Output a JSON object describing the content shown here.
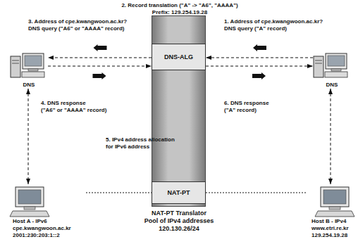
{
  "diagram": {
    "nodes": [
      {
        "text": [
          "NAT-PT Translator",
          "Pool of IPv4 addresses",
          "120.130.26/24"
        ]
      },
      {
        "text": [
          "DNS-ALG"
        ],
        "in": 0
      },
      {
        "text": [
          "NAT-PT"
        ],
        "in": 0
      },
      {
        "text": [
          "DNS"
        ]
      },
      {
        "text": [
          "DNS"
        ]
      },
      {
        "text": [
          "Host A - IPv6",
          "cpe.kwangwoon.ac.kr",
          "2001:230:203:1::2"
        ]
      },
      {
        "text": [
          "Host B - IPv4",
          "www.etri.re.kr",
          "129.254.19.28"
        ]
      }
    ],
    "edges": [
      {
        "from": 4,
        "to": 1,
        "arrow": "to"
      },
      {
        "from": 1,
        "to": 3,
        "arrow": "to"
      },
      {
        "from": 3,
        "to": 1,
        "arrow": "to"
      },
      {
        "from": 1,
        "to": 4,
        "arrow": "to"
      },
      {
        "from": 3,
        "to": 5,
        "arrow": "both"
      },
      {
        "from": 4,
        "to": 6,
        "arrow": "both"
      },
      {
        "from": 5,
        "to": 2,
        "arrow": "none"
      },
      {
        "from": 2,
        "to": 6,
        "arrow": "none"
      }
    ],
    "labels": [
      "2. Record translation (\"A\" -> \"A6\", \"AAAA\")",
      "Prefix: 129.254.19.28",
      "3. Address of cpe.kwangwoon.ac.kr?",
      "DNS query (\"A6\" or \"AAAA\" record)",
      "1. Address of cpe.kwangwoon.ac.kr?",
      "DNS query (\"A\" record)",
      "4. DNS response",
      "(\"A6\" or \"AAAA\" record)",
      "5. IPv4 address allocation",
      "for IPv6 address",
      "6. DNS response",
      "(\"A\" record)"
    ]
  }
}
